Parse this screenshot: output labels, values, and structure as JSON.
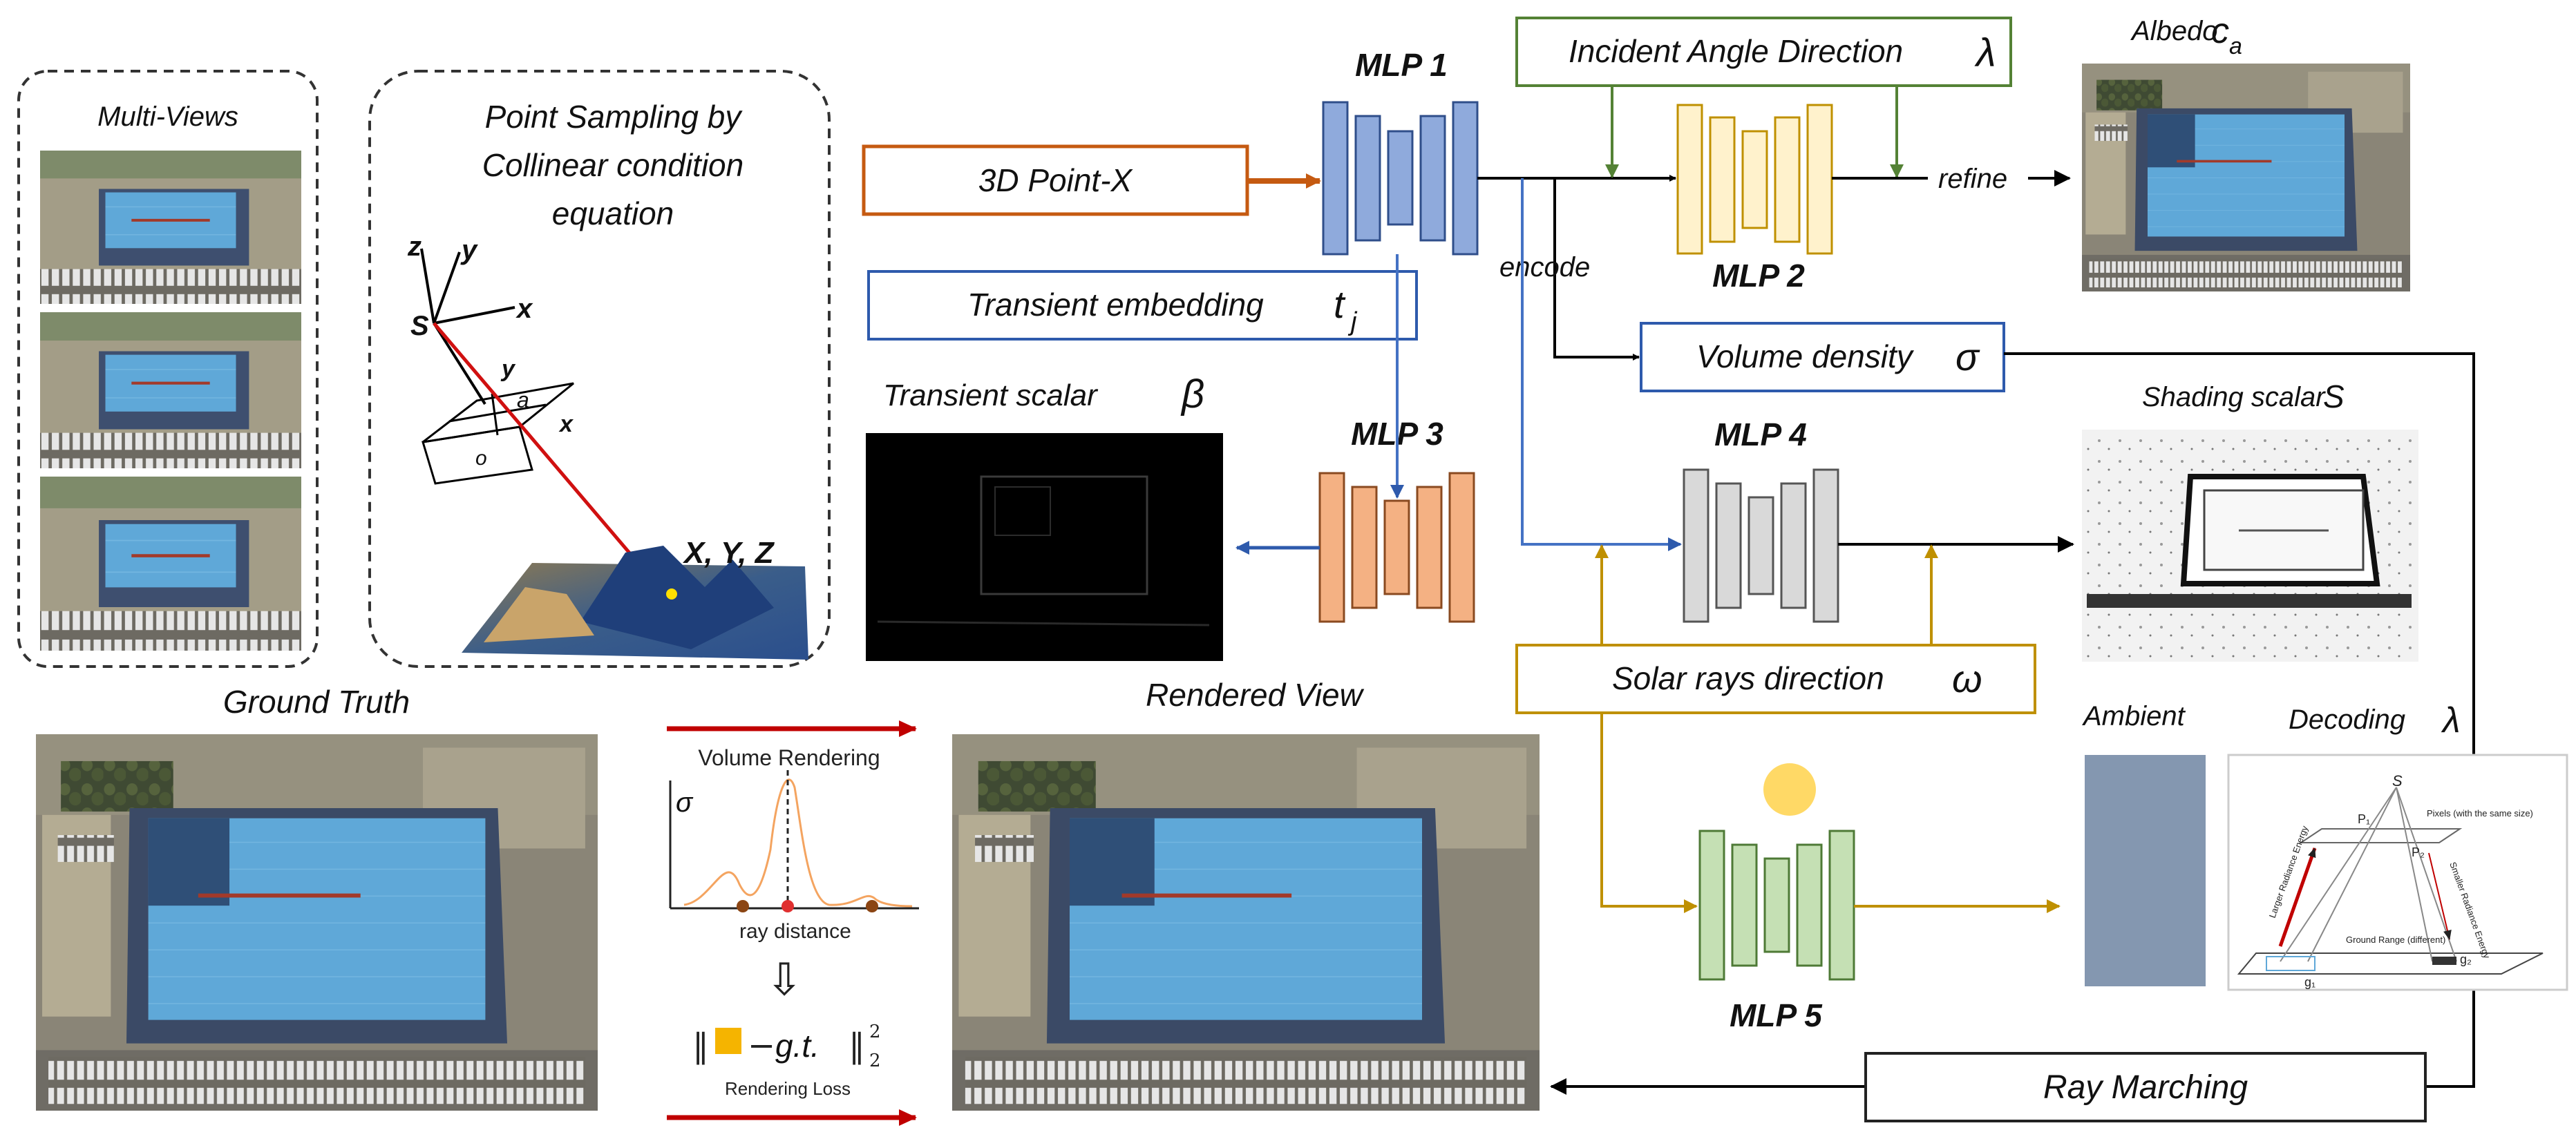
{
  "panels": {
    "multi_views": {
      "title": "Multi-Views"
    },
    "point_sampling": {
      "title_line1": "Point Sampling by",
      "title_line2": "Collinear condition",
      "title_line3": "equation",
      "axis_z": "z",
      "axis_y": "y",
      "axis_x": "x",
      "axis_S": "S",
      "axis_y2": "y",
      "axis_a": "a",
      "axis_x2": "x",
      "axis_o": "o",
      "xyz": "X,  Y,  Z"
    }
  },
  "inputs": {
    "point_x": "3D Point-X",
    "transient_embedding": "Transient embedding",
    "transient_embedding_symbol": "t",
    "transient_embedding_sub": "j",
    "incident_angle": "Incident Angle Direction",
    "incident_angle_symbol": "λ",
    "volume_density": "Volume density",
    "volume_density_symbol": "σ",
    "solar_rays": "Solar rays direction",
    "solar_rays_symbol": "ω"
  },
  "mlps": {
    "mlp1": "MLP 1",
    "mlp2": "MLP 2",
    "mlp3": "MLP 3",
    "mlp4": "MLP 4",
    "mlp5": "MLP 5"
  },
  "edge_labels": {
    "encode": "encode",
    "refine": "refine"
  },
  "outputs": {
    "albedo": "Albedo",
    "albedo_symbol": "c",
    "albedo_sub": "a",
    "transient_scalar": "Transient scalar",
    "transient_scalar_symbol": "β",
    "shading_scalar": "Shading scalar",
    "shading_scalar_symbol": "S",
    "ambient": "Ambient",
    "decoding": "Decoding",
    "decoding_symbol": "λ",
    "ground_truth": "Ground Truth",
    "rendered_view": "Rendered View",
    "ray_marching": "Ray Marching"
  },
  "volume_rendering": {
    "title": "Volume Rendering",
    "y_symbol": "σ",
    "x_label": "ray distance",
    "loss_expr": "g.t.",
    "loss_label": "Rendering Loss"
  },
  "decoding_inset": {
    "apex": "S",
    "p1": "P₁",
    "p2": "P₂",
    "pixels_note": "Pixels (with the same size)",
    "ground_note": "Ground Range (different)",
    "g1": "g₁",
    "g2": "g₂",
    "larger_note": "Larger Radiance Energy",
    "smaller_note": "Smaller Radiance Energy"
  },
  "colors": {
    "orange": "#c55a11",
    "blue": "#2e5aac",
    "green": "#548235",
    "gold": "#bf9000",
    "red": "#c00000",
    "mlp1_fill": "#8faadc",
    "mlp2_fill": "#fff2cc",
    "mlp3_fill": "#f4b183",
    "mlp4_fill": "#d9d9d9",
    "mlp5_fill": "#c5e0b4",
    "ambient_fill": "#8497b0",
    "sun_fill": "#ffd966"
  }
}
